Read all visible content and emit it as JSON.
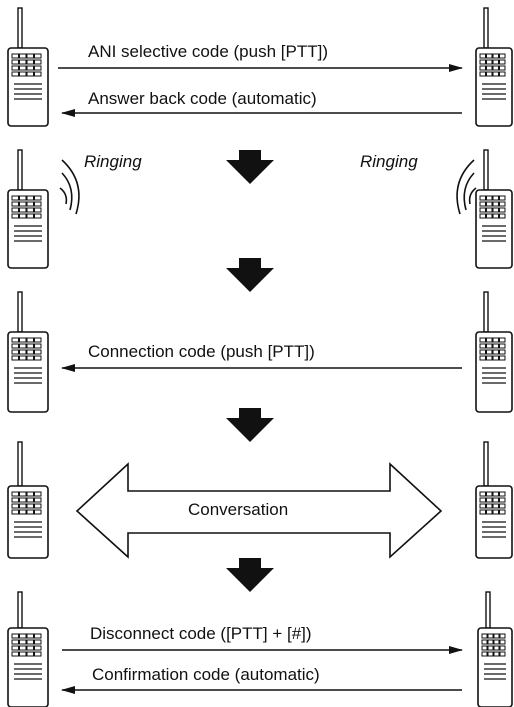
{
  "steps": [
    {
      "forward_label": "ANI selective code (push [PTT])",
      "back_label": "Answer back code (automatic)"
    },
    {
      "left_status": "Ringing",
      "right_status": "Ringing"
    },
    {
      "back_label": "Connection code (push [PTT])"
    },
    {
      "both_way_label": "Conversation"
    },
    {
      "forward_label": "Disconnect code ([PTT] + [#])",
      "back_label": "Confirmation code (automatic)"
    }
  ],
  "icons": {
    "transceiver": "handheld-radio-icon",
    "flow": "down-arrow-icon",
    "ringing": "sound-wave-icon"
  },
  "colors": {
    "ink": "#111111",
    "background": "#ffffff"
  }
}
